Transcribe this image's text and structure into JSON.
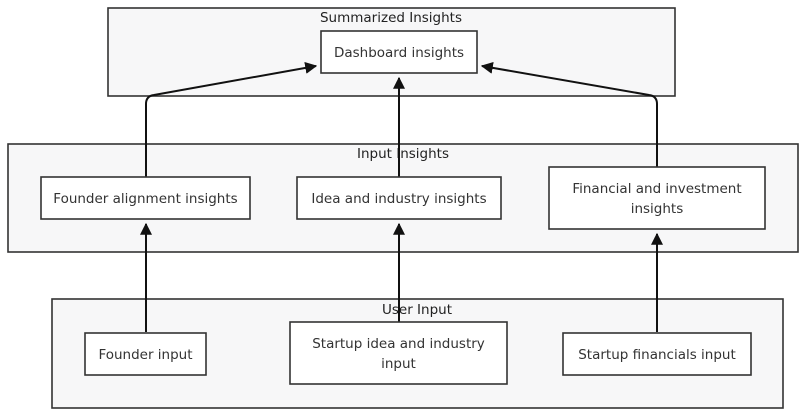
{
  "groups": {
    "summarized": {
      "title": "Summarized Insights"
    },
    "input_insights": {
      "title": "Input Insights"
    },
    "user_input": {
      "title": "User Input"
    }
  },
  "nodes": {
    "dashboard": {
      "lines": [
        "Dashboard insights"
      ]
    },
    "founder_alignment": {
      "lines": [
        "Founder alignment insights"
      ]
    },
    "idea_industry": {
      "lines": [
        "Idea and industry insights"
      ]
    },
    "financial_investment": {
      "lines": [
        "Financial and investment",
        "insights"
      ]
    },
    "founder_input": {
      "lines": [
        "Founder input"
      ]
    },
    "startup_idea_input": {
      "lines": [
        "Startup idea and industry",
        "input"
      ]
    },
    "startup_financials_input": {
      "lines": [
        "Startup financials input"
      ]
    }
  },
  "edges": [
    {
      "from": "founder_input",
      "to": "founder_alignment"
    },
    {
      "from": "startup_idea_input",
      "to": "idea_industry"
    },
    {
      "from": "startup_financials_input",
      "to": "financial_investment"
    },
    {
      "from": "founder_alignment",
      "to": "dashboard"
    },
    {
      "from": "idea_industry",
      "to": "dashboard"
    },
    {
      "from": "financial_investment",
      "to": "dashboard"
    }
  ]
}
